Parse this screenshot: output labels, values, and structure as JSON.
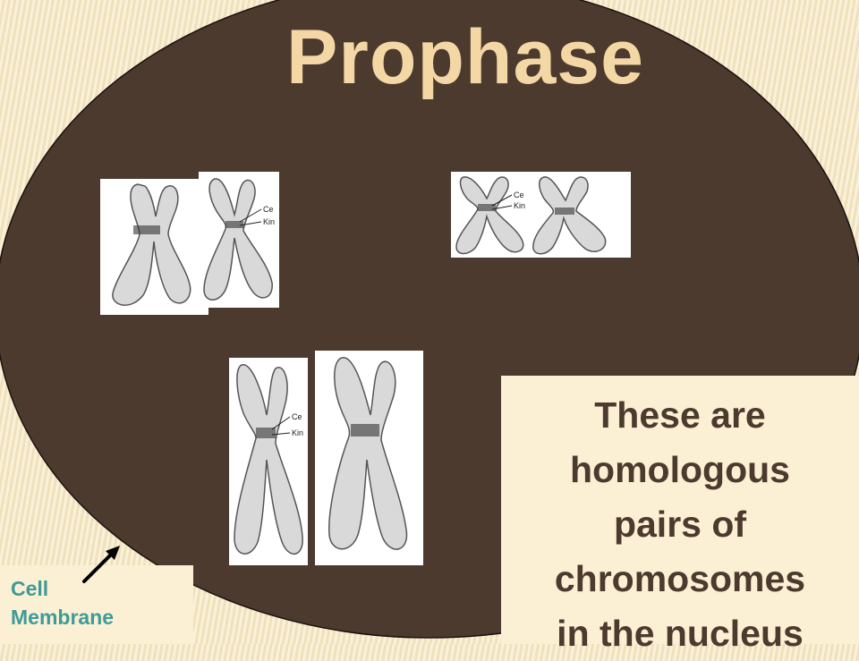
{
  "slide": {
    "title": "Prophase",
    "caption_lines": [
      "These are",
      "homologous",
      "pairs of",
      "chromosomes",
      "in the nucleus"
    ],
    "membrane_label_lines": [
      "Cell",
      "Membrane"
    ],
    "colors": {
      "background": "#f6e9c6",
      "cell_fill": "#4d3a2f",
      "title": "#f3d8a6",
      "caption_text": "#4d3a2f",
      "caption_box": "#fbf0d3",
      "label_text": "#3f9a9a"
    }
  },
  "chromosome_tags": [
    "Ce",
    "Kin"
  ]
}
